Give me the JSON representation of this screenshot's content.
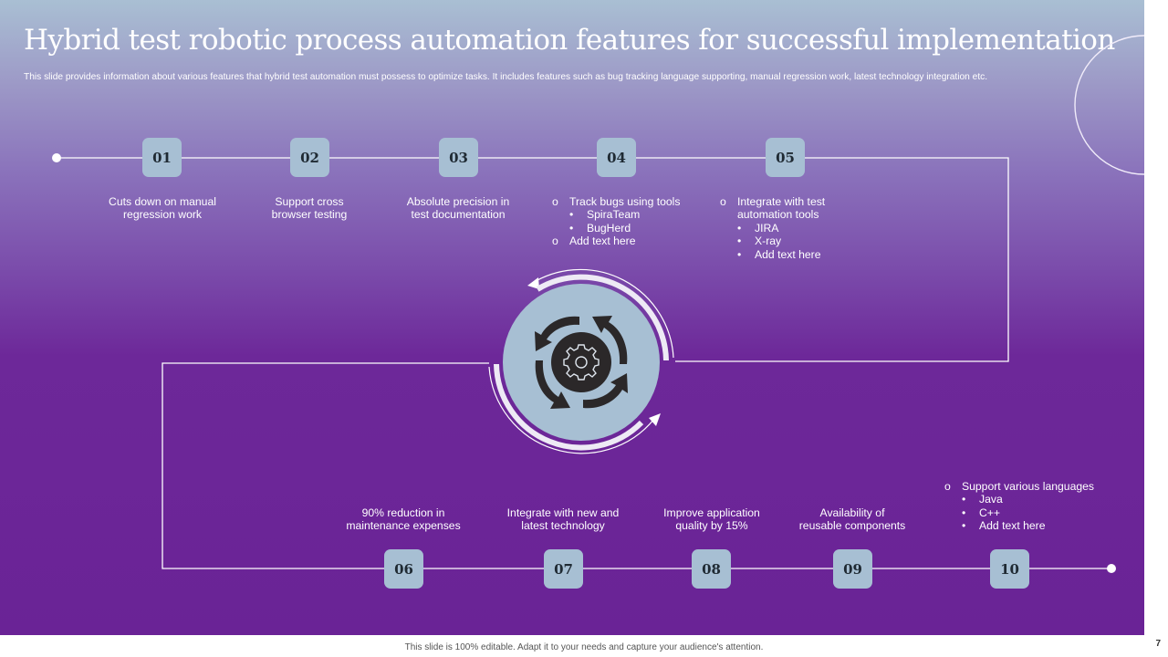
{
  "slide": {
    "title": "Hybrid test robotic process automation features for successful implementation",
    "subtitle": "This slide provides information about various features that hybrid test automation must possess to optimize tasks. It includes features such as bug tracking language supporting, manual regression work, latest technology integration etc.",
    "colors": {
      "gradient_top": "#a9bfd3",
      "gradient_bottom": "#6a2396",
      "step_box": "#a7bfd3",
      "center_dark": "#2b2829",
      "line": "#ffffff"
    }
  },
  "steps": [
    {
      "number": "01",
      "lines": [
        "Cuts down on manual",
        "regression work"
      ]
    },
    {
      "number": "02",
      "lines": [
        "Support cross",
        "browser testing"
      ]
    },
    {
      "number": "03",
      "lines": [
        "Absolute precision in",
        "test documentation"
      ]
    },
    {
      "number": "04",
      "list": [
        {
          "text": "Track bugs using tools",
          "sub": [
            "SpiraTeam",
            "BugHerd"
          ]
        },
        {
          "text": "Add text here",
          "sub": []
        }
      ]
    },
    {
      "number": "05",
      "list": [
        {
          "text": "Integrate with test",
          "text2": "automation tools",
          "sub": [
            "JIRA",
            "X-ray",
            "Add text here"
          ]
        }
      ]
    },
    {
      "number": "06",
      "lines": [
        "90% reduction in",
        "maintenance expenses"
      ]
    },
    {
      "number": "07",
      "lines": [
        "Integrate with new and",
        "latest technology"
      ]
    },
    {
      "number": "08",
      "lines": [
        "Improve application",
        "quality by 15%"
      ]
    },
    {
      "number": "09",
      "lines": [
        "Availability of",
        "reusable components"
      ]
    },
    {
      "number": "10",
      "list": [
        {
          "text": "Support various languages",
          "sub": [
            "Java",
            "C++",
            "Add text here"
          ]
        }
      ]
    }
  ],
  "center_icon": {
    "outer": "cycle-arrows-icon",
    "inner": "gear-icon"
  },
  "markers": {
    "hollow_bullet": "o",
    "solid_bullet": "•"
  },
  "footer": {
    "note": "This slide is 100% editable. Adapt it to your needs and capture your audience's attention.",
    "page_number": "7"
  }
}
